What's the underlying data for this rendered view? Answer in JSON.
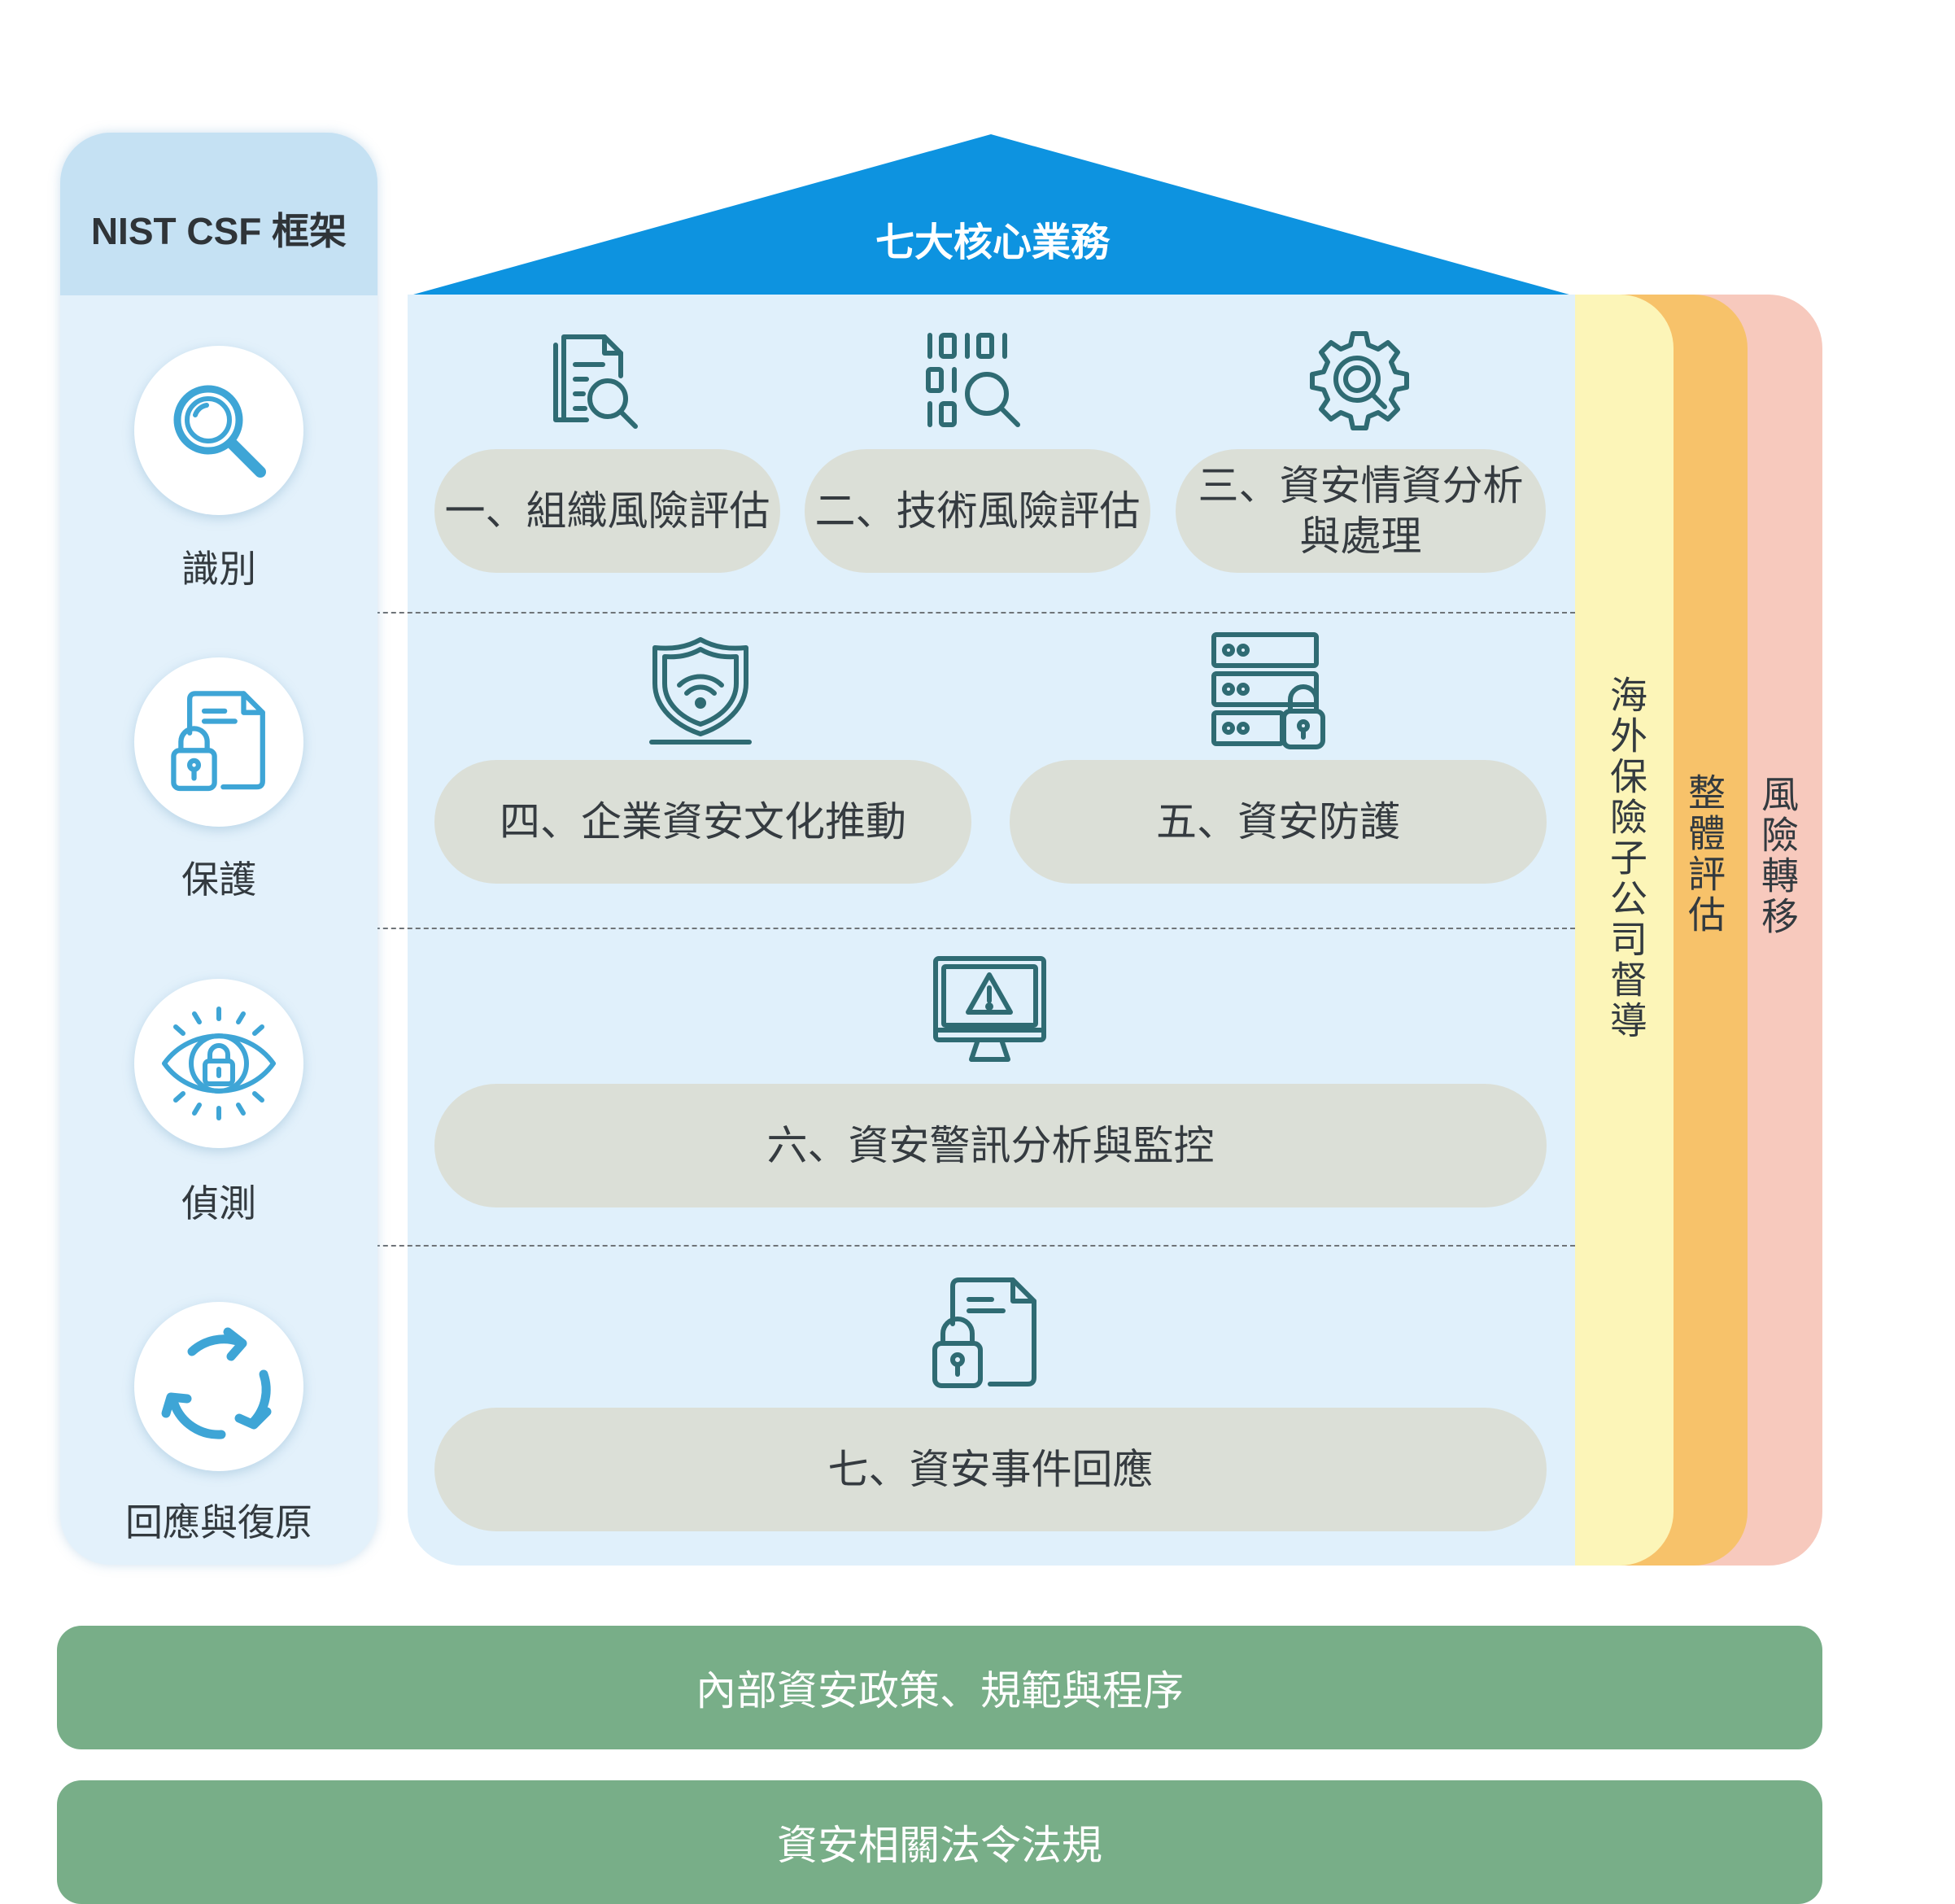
{
  "nist": {
    "title": "NIST CSF 框架",
    "functions": [
      {
        "label": "識別",
        "icon": "magnifier-icon"
      },
      {
        "label": "保護",
        "icon": "locked-document-icon"
      },
      {
        "label": "偵測",
        "icon": "eye-lock-icon"
      },
      {
        "label": "回應與復原",
        "icon": "recycle-arrows-icon"
      }
    ]
  },
  "house": {
    "title": "七大核心業務",
    "services": [
      {
        "label": "一、組織風險評估",
        "icon": "document-search-icon"
      },
      {
        "label": "二、技術風險評估",
        "icon": "binary-search-icon"
      },
      {
        "label_line1": "三、資安情資分析",
        "label_line2": "與處理",
        "icon": "gear-search-icon"
      },
      {
        "label": "四、企業資安文化推動",
        "icon": "wifi-shield-icon"
      },
      {
        "label": "五、資安防護",
        "icon": "server-lock-icon"
      },
      {
        "label": "六、資安警訊分析與監控",
        "icon": "monitor-alert-icon"
      },
      {
        "label": "七、資安事件回應",
        "icon": "locked-file-icon"
      }
    ]
  },
  "side_bands": {
    "overseas": "海外保險子公司督導",
    "overall": "整體評估",
    "risk_transfer": "風險轉移"
  },
  "foundation": {
    "policy": "內部資安政策、規範與程序",
    "regulations": "資安相關法令法規"
  },
  "colors": {
    "roof": "#0d93e0",
    "house_body": "#e0f0fb",
    "pill": "#dbdfd7",
    "icon_stroke": "#2f6b73",
    "nist_icon": "#3ea5d6",
    "overseas_band": "#fcf5b8",
    "overall_band": "#f7c26a",
    "risk_band": "#f7c9bd",
    "green_bar": "#78ae88"
  }
}
